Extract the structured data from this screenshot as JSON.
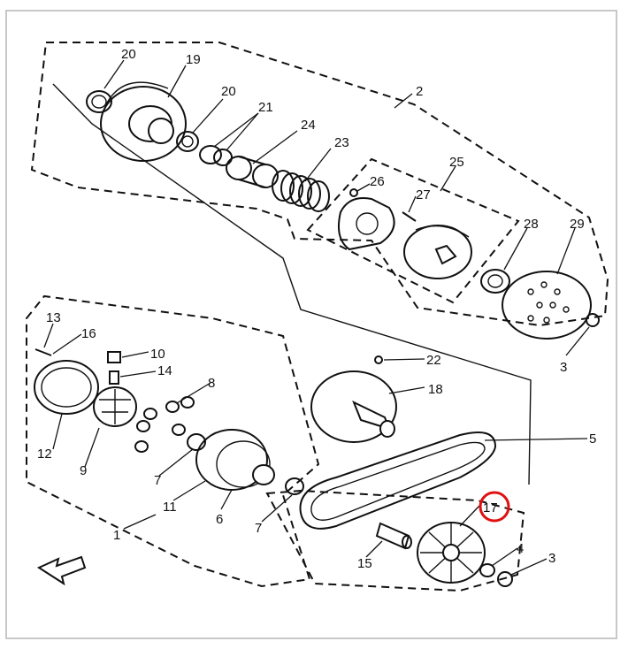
{
  "diagram": {
    "callouts": [
      {
        "id": "c-1",
        "text": "1"
      },
      {
        "id": "c-2",
        "text": "2"
      },
      {
        "id": "c-3a",
        "text": "3"
      },
      {
        "id": "c-3b",
        "text": "3"
      },
      {
        "id": "c-4",
        "text": "4"
      },
      {
        "id": "c-5",
        "text": "5"
      },
      {
        "id": "c-6",
        "text": "6"
      },
      {
        "id": "c-7a",
        "text": "7"
      },
      {
        "id": "c-7b",
        "text": "7"
      },
      {
        "id": "c-8",
        "text": "8"
      },
      {
        "id": "c-9",
        "text": "9"
      },
      {
        "id": "c-10",
        "text": "10"
      },
      {
        "id": "c-11",
        "text": "11"
      },
      {
        "id": "c-12",
        "text": "12"
      },
      {
        "id": "c-13",
        "text": "13"
      },
      {
        "id": "c-14",
        "text": "14"
      },
      {
        "id": "c-15",
        "text": "15"
      },
      {
        "id": "c-16",
        "text": "16"
      },
      {
        "id": "c-17",
        "text": "17"
      },
      {
        "id": "c-18",
        "text": "18"
      },
      {
        "id": "c-19",
        "text": "19"
      },
      {
        "id": "c-20a",
        "text": "20"
      },
      {
        "id": "c-20b",
        "text": "20"
      },
      {
        "id": "c-21",
        "text": "21"
      },
      {
        "id": "c-22",
        "text": "22"
      },
      {
        "id": "c-23",
        "text": "23"
      },
      {
        "id": "c-24",
        "text": "24"
      },
      {
        "id": "c-25",
        "text": "25"
      },
      {
        "id": "c-26",
        "text": "26"
      },
      {
        "id": "c-27",
        "text": "27"
      },
      {
        "id": "c-28",
        "text": "28"
      },
      {
        "id": "c-29",
        "text": "29"
      }
    ],
    "highlight": {
      "callout": "17",
      "color": "#e01010"
    },
    "colors": {
      "ink": "#111111",
      "frame": "#c8c8c8"
    }
  }
}
